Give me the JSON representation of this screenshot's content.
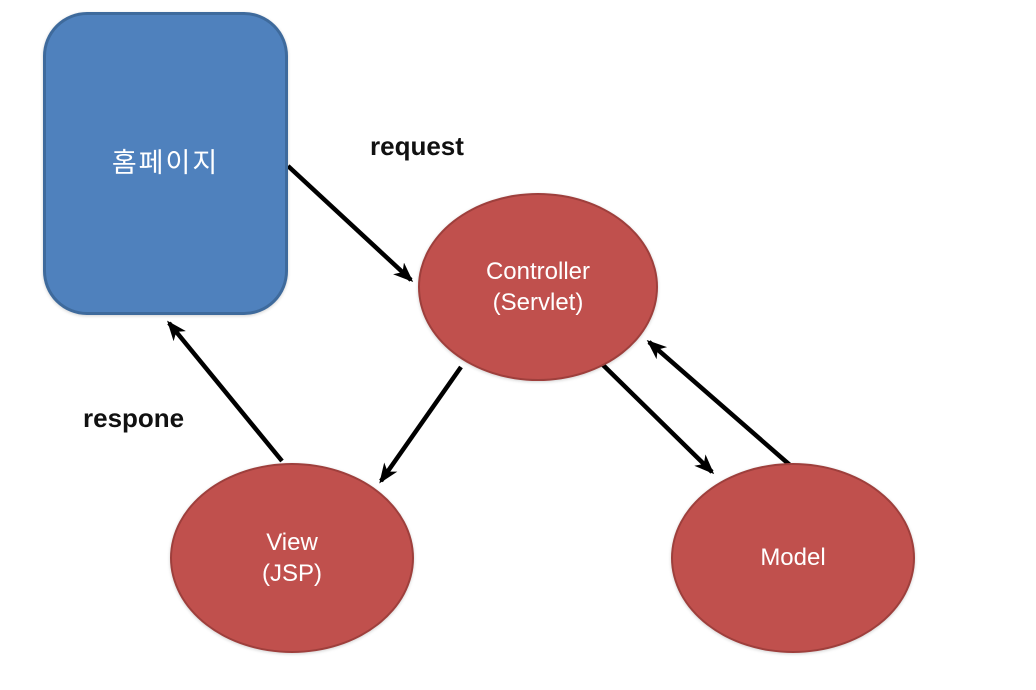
{
  "diagram": {
    "type": "mvc-flow-diagram",
    "background": "#ffffff",
    "nodes": {
      "homepage": {
        "label": "홈페이지",
        "shape": "rounded-rect",
        "fill": "#4f81bd",
        "border": "#3e6a9c"
      },
      "controller": {
        "line1": "Controller",
        "line2": "(Servlet)",
        "shape": "ellipse",
        "fill": "#c0504d",
        "border": "#9e3f3c"
      },
      "view": {
        "line1": "View",
        "line2": "(JSP)",
        "shape": "ellipse",
        "fill": "#c0504d",
        "border": "#9e3f3c"
      },
      "model": {
        "label": "Model",
        "shape": "ellipse",
        "fill": "#c0504d",
        "border": "#9e3f3c"
      }
    },
    "edge_labels": {
      "request": "request",
      "respone": "respone"
    },
    "edges": [
      {
        "from": "homepage",
        "to": "controller",
        "label": "request"
      },
      {
        "from": "controller",
        "to": "view",
        "label": ""
      },
      {
        "from": "view",
        "to": "homepage",
        "label": "respone"
      },
      {
        "from": "controller",
        "to": "model",
        "label": ""
      },
      {
        "from": "model",
        "to": "controller",
        "label": ""
      }
    ],
    "colors": {
      "arrow": "#000000",
      "label_text": "#111111",
      "node_text": "#ffffff"
    }
  }
}
